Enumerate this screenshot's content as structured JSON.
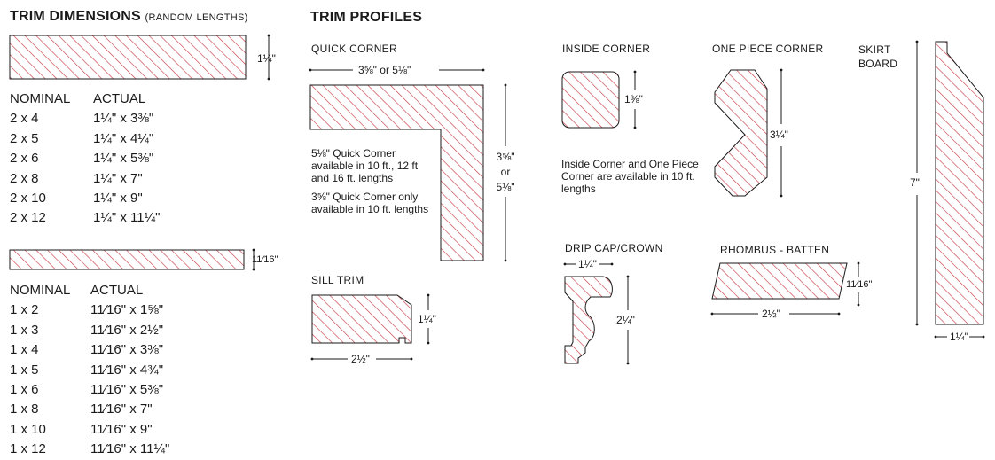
{
  "trim_dimensions": {
    "title": "TRIM DIMENSIONS",
    "subtitle": "(RANDOM LENGTHS)",
    "board1_thickness": "1¼\"",
    "table1": {
      "headers": [
        "NOMINAL",
        "ACTUAL"
      ],
      "rows": [
        [
          "2 x 4",
          "1¼\" x 3⅜\""
        ],
        [
          "2 x 5",
          "1¼\" x 4¼\""
        ],
        [
          "2 x 6",
          "1¼\" x 5⅜\""
        ],
        [
          "2 x 8",
          "1¼\" x 7\""
        ],
        [
          "2 x 10",
          "1¼\" x 9\""
        ],
        [
          "2 x 12",
          "1¼\" x 11¼\""
        ]
      ]
    },
    "board2_thickness": "11⁄16\"",
    "table2": {
      "headers": [
        "NOMINAL",
        "ACTUAL"
      ],
      "rows": [
        [
          "1 x 2",
          "11⁄16\" x 1⅝\""
        ],
        [
          "1 x 3",
          "11⁄16\" x 2½\""
        ],
        [
          "1 x 4",
          "11⁄16\" x 3⅜\""
        ],
        [
          "1 x 5",
          "11⁄16\" x 4¾\""
        ],
        [
          "1 x 6",
          "11⁄16\" x 5⅜\""
        ],
        [
          "1 x 8",
          "11⁄16\" x 7\""
        ],
        [
          "1 x 10",
          "11⁄16\" x 9\""
        ],
        [
          "1 x 12",
          "11⁄16\" x 11¼\""
        ]
      ]
    }
  },
  "trim_profiles": {
    "title": "TRIM PROFILES",
    "quick_corner": {
      "label": "QUICK CORNER",
      "width": "3⅝\" or 5⅛\"",
      "height_line1": "3⅝\"",
      "height_line2": "or",
      "height_line3": "5⅛\"",
      "note1": "5⅛\" Quick Corner available in 10 ft., 12 ft and 16 ft. lengths",
      "note2": "3⅝\" Quick Corner only available in 10 ft. lengths"
    },
    "sill_trim": {
      "label": "SILL TRIM",
      "height": "1¼\"",
      "width": "2½\""
    },
    "inside_corner": {
      "label": "INSIDE CORNER",
      "size": "1⅜\"",
      "note": "Inside Corner and One Piece Corner are available in 10 ft. lengths"
    },
    "one_piece_corner": {
      "label": "ONE PIECE CORNER",
      "size": "3¼\""
    },
    "drip_cap": {
      "label": "DRIP CAP/CROWN",
      "width": "1¼\"",
      "height": "2¼\""
    },
    "rhombus": {
      "label": "RHOMBUS - BATTEN",
      "height": "11⁄16\"",
      "width": "2½\""
    },
    "skirt_board": {
      "label_line1": "SKIRT",
      "label_line2": "BOARD",
      "height": "7\"",
      "width": "1¼\""
    }
  },
  "colors": {
    "hatch": "#c8404a",
    "ink": "#1a1a1a"
  }
}
